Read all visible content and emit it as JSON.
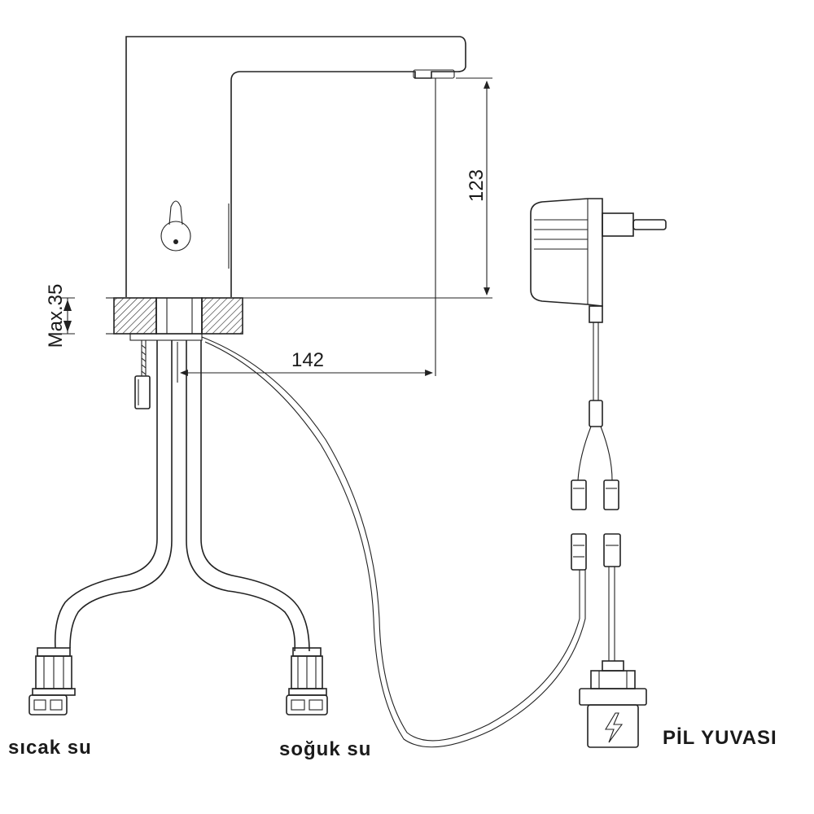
{
  "dimensions": {
    "spout_height": "123",
    "max_thickness": "Max.35",
    "spout_reach": "142"
  },
  "labels": {
    "hot_water": "sıcak su",
    "cold_water": "soğuk su",
    "battery_box": "PİL YUVASI"
  },
  "icons": {
    "battery_box_symbol": "lightning-bolt-icon"
  },
  "colors": {
    "line": "#222222",
    "background": "#ffffff"
  }
}
